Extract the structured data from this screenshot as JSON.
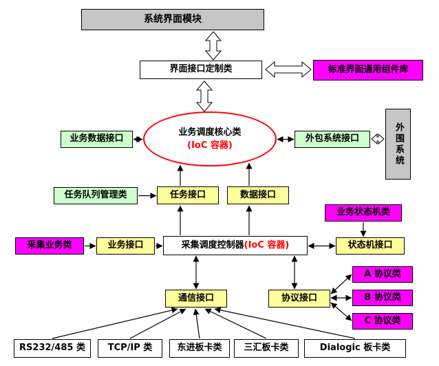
{
  "colors": {
    "gray": "#c6c6c6",
    "magenta": "#ff00ff",
    "light_green": "#ccffcc",
    "light_yellow": "#ffff9c",
    "white": "#ffffff",
    "border": "#000000",
    "red": "#ff0000"
  },
  "nodes": {
    "system_interface_module": "系统界面模块",
    "interface_customization_class": "界面接口定制类",
    "standard_ui_component_library": "标准界面通用组件库",
    "business_dispatch_core": {
      "title": "业务调度核心类",
      "subtitle": "(IoC 容器)"
    },
    "business_data_interface": "业务数据接口",
    "outsourcing_system_interface": "外包系统接口",
    "peripheral_system": "外围系统",
    "task_queue_management_class": "任务队列管理类",
    "task_interface": "任务接口",
    "data_interface": "数据接口",
    "collection_business_class": "采集业务类",
    "business_interface": "业务接口",
    "collection_dispatch_controller": {
      "title": "采集调度控制器",
      "subtitle": "(IoC 容器)"
    },
    "business_state_machine_class": "业务状态机类",
    "state_machine_interface": "状态机接口",
    "communication_interface": "通信接口",
    "protocol_interface": "协议接口",
    "protocol_class_a": "A 协议类",
    "protocol_class_b": "B 协议类",
    "protocol_class_c": "C 协议类",
    "rs232_485_class": "RS232/485 类",
    "tcp_ip_class": "TCP/IP 类",
    "dongjin_board_class": "东进板卡类",
    "sanhui_board_class": "三汇板卡类",
    "dialogic_board_class": "Dialogic 板卡类"
  }
}
